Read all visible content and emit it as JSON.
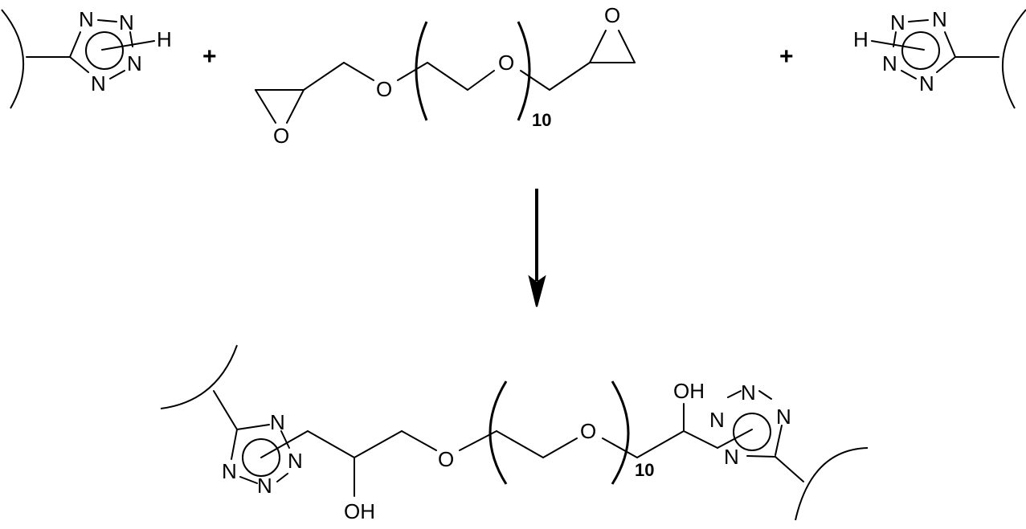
{
  "diagram": {
    "type": "reaction-scheme",
    "reactants": {
      "left_tetrazole": {
        "atoms": [
          "N",
          "N",
          "H",
          "N",
          "N"
        ],
        "attached_to": "polymer-backbone"
      },
      "plus_1": "+",
      "diepoxide": {
        "atoms": {
          "epoxide_left_O": "O",
          "ether_O": "O",
          "repeat_O": "O",
          "epoxide_right_O": "O"
        },
        "repeat_count": "10"
      },
      "plus_2": "+",
      "right_tetrazole": {
        "atoms": [
          "N",
          "N",
          "H",
          "N",
          "N"
        ],
        "attached_to": "polymer-backbone"
      }
    },
    "arrow": {
      "direction": "down"
    },
    "product": {
      "left_tetrazole_atoms": [
        "N",
        "N",
        "N",
        "N"
      ],
      "left_hydroxyl": "OH",
      "ether_O": "O",
      "repeat_O": "O",
      "repeat_count": "10",
      "right_hydroxyl": "OH",
      "right_tetrazole_atoms": [
        "N",
        "N",
        "N",
        "N"
      ]
    }
  }
}
